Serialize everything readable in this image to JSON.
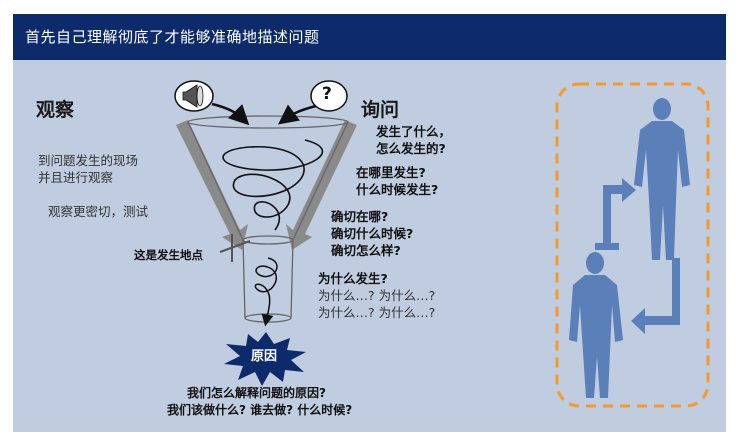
{
  "header": {
    "title": "首先自己理解彻底了才能够准确地描述问题"
  },
  "observe": {
    "title": "观察",
    "note1_line1": "到问题发生的现场",
    "note1_line2": "并且进行观察",
    "note2": "观察更密切，测试",
    "location_label": "这是发生地点"
  },
  "ask": {
    "title": "询问",
    "question_icon": "?",
    "q1_line1": "发生了什么，",
    "q1_line2": "怎么发生的?",
    "q2_line1": "在哪里发生?",
    "q2_line2": "什么时候发生?",
    "q3_line1": "确切在哪?",
    "q3_line2": "确切什么时候?",
    "q3_line3": "确切怎么样?",
    "q4_line1": "为什么发生?",
    "q4_line2": "为什么…? 为什么…?",
    "q4_line3": "为什么…? 为什么…?"
  },
  "root_cause": {
    "label": "原因"
  },
  "footer": {
    "line1": "我们怎么解释问题的原因?",
    "line2": "我们该做什么? 谁去做? 什么时候?"
  },
  "icons": {
    "megaphone": "megaphone-icon",
    "question": "question-bubble-icon",
    "people": "person-silhouette-icon"
  },
  "colors": {
    "header": "#0d2a6b",
    "panel": "#c0cce0",
    "arrow_gray": "#8a8a8a",
    "person_blue": "#5b7fb8",
    "dashed_orange": "#f39a2c",
    "star_navy": "#0d2a6b"
  }
}
